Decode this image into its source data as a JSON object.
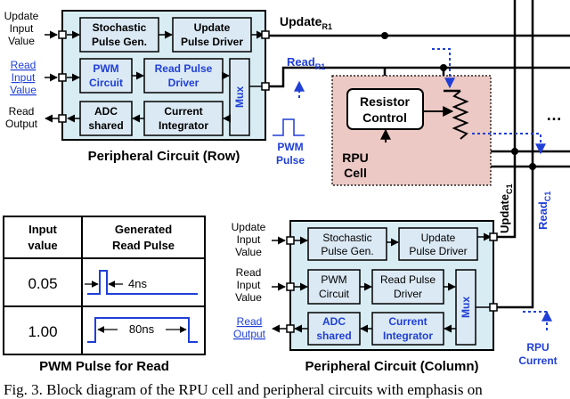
{
  "colors": {
    "panel_fill": "#d8ecf3",
    "block_fill": "#dbe9f4",
    "rpu_fill": "#ecc9c4",
    "blue": "#1f3fd6",
    "black": "#000000"
  },
  "row_circuit": {
    "caption": "Peripheral Circuit (Row)",
    "inputs": {
      "update": [
        "Update",
        "Input",
        "Value"
      ],
      "read": [
        "Read",
        "Input",
        "Value"
      ],
      "read_output": [
        "Read",
        "Output"
      ]
    },
    "blocks": {
      "stochastic": [
        "Stochastic",
        "Pulse Gen."
      ],
      "update_driver": [
        "Update",
        "Pulse Driver"
      ],
      "pwm": [
        "PWM",
        "Circuit"
      ],
      "read_driver": [
        "Read Pulse",
        "Driver"
      ],
      "adc": [
        "ADC",
        "shared"
      ],
      "integrator": [
        "Current",
        "Integrator"
      ],
      "mux": "Mux"
    }
  },
  "lines": {
    "update_r1": "Update",
    "update_r1_sub": "R1",
    "read_r1": "Read",
    "read_r1_sub": "R1",
    "update_c1": "Update",
    "update_c1_sub": "C1",
    "read_c1": "Read",
    "read_c1_sub": "C1"
  },
  "pwm_pulse_label": [
    "PWM",
    "Pulse"
  ],
  "rpu": {
    "resistor_control": [
      "Resistor",
      "Control"
    ],
    "cell_label": [
      "RPU",
      "Cell"
    ]
  },
  "ellipsis": "…",
  "pwm_table": {
    "caption": "PWM Pulse for Read",
    "header_input": [
      "Input",
      "value"
    ],
    "header_pulse": [
      "Generated",
      "Read Pulse"
    ],
    "rows": [
      {
        "value": "0.05",
        "width": "4ns"
      },
      {
        "value": "1.00",
        "width": "80ns"
      }
    ]
  },
  "column_circuit": {
    "caption": "Peripheral Circuit (Column)",
    "inputs": {
      "update": [
        "Update",
        "Input",
        "Value"
      ],
      "read": [
        "Read",
        "Input",
        "Value"
      ],
      "read_output": [
        "Read",
        "Output"
      ]
    },
    "blocks": {
      "stochastic": [
        "Stochastic",
        "Pulse Gen."
      ],
      "update_driver": [
        "Update",
        "Pulse Driver"
      ],
      "pwm": [
        "PWM",
        "Circuit"
      ],
      "read_driver": [
        "Read Pulse",
        "Driver"
      ],
      "adc": [
        "ADC",
        "shared"
      ],
      "integrator": [
        "Current",
        "Integrator"
      ],
      "mux": "Mux"
    }
  },
  "rpu_current_label": [
    "RPU",
    "Current"
  ],
  "caption": "Fig. 3. Block diagram of the RPU cell and peripheral circuits with emphasis on"
}
